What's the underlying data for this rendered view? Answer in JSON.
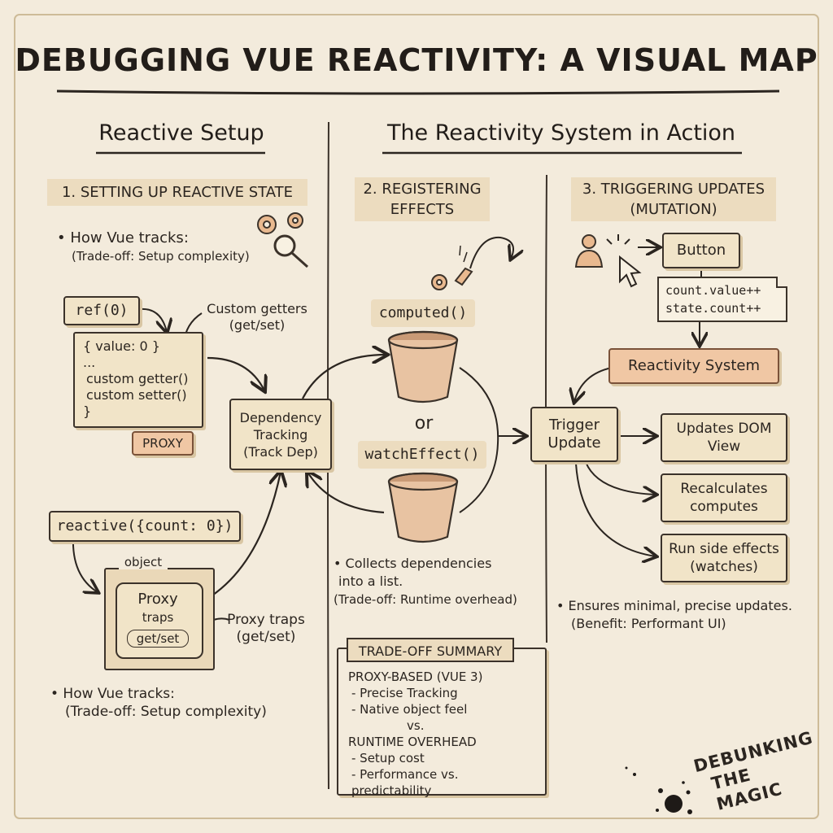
{
  "title": "DEBUGGING VUE REACTIVITY: A VISUAL MAP",
  "sections": {
    "left": "Reactive Setup",
    "right": "The Reactivity System in Action"
  },
  "steps": {
    "step1": "1. SETTING UP REACTIVE STATE",
    "step2_line1": "2. REGISTERING",
    "step2_line2": "EFFECTS",
    "step3_line1": "3. TRIGGERING UPDATES",
    "step3_line2": "(MUTATION)"
  },
  "left_column": {
    "note_top_line1": "• How Vue tracks:",
    "note_top_line2": "(Trade-off: Setup complexity)",
    "ref_code": "ref(0)",
    "custom_getters_line1": "Custom getters",
    "custom_getters_line2": "(get/set)",
    "value_box_line1": "{ value: 0 }",
    "value_box_line2": "...",
    "value_box_line3": "custom getter()",
    "value_box_line4": "custom setter()",
    "value_box_line5": "}",
    "proxy_tag": "PROXY",
    "reactive_code": "reactive({count: 0})",
    "object_label": "object",
    "proxy_label": "Proxy",
    "traps_label": "traps",
    "getset_label": "get/set",
    "proxy_traps_line1": "Proxy traps",
    "proxy_traps_line2": "(get/set)",
    "note_bottom_line1": "• How Vue tracks:",
    "note_bottom_line2": "(Trade-off: Setup complexity)"
  },
  "center_column": {
    "dependency_line1": "Dependency",
    "dependency_line2": "Tracking",
    "dependency_line3": "(Track Dep)",
    "computed": "computed()",
    "or": "or",
    "watch_effect": "watchEffect()",
    "note_line1": "• Collects dependencies",
    "note_line2": "into a list.",
    "note_line3": "(Trade-off: Runtime overhead)"
  },
  "right_column": {
    "button": "Button",
    "mutation_line1": "count.value++",
    "mutation_line2": "state.count++",
    "reactivity_system": "Reactivity System",
    "trigger_line1": "Trigger",
    "trigger_line2": "Update",
    "updates_dom_line1": "Updates DOM",
    "updates_dom_line2": "View",
    "recalc_line1": "Recalculates",
    "recalc_line2": "computes",
    "side_effects_line1": "Run side effects",
    "side_effects_line2": "(watches)",
    "note_line1": "• Ensures minimal, precise updates.",
    "note_line2": "(Benefit: Performant UI)"
  },
  "summary": {
    "heading": "TRADE-OFF SUMMARY",
    "line1": "PROXY-BASED (VUE 3)",
    "line2": "- Precise Tracking",
    "line3": "- Native object feel",
    "line4": "vs.",
    "line5": "RUNTIME OVERHEAD",
    "line6": "- Setup cost",
    "line7": "- Performance vs. predictability"
  },
  "stamp": {
    "line1": "DEBUNKING",
    "line2": "THE MAGIC"
  },
  "colors": {
    "paper": "#f3ebdc",
    "box": "#f1e4c8",
    "highlight": "#f0c7a4",
    "label_bg": "#ecdcbf",
    "ink": "#2b2520"
  },
  "icons": [
    "gears-icon",
    "magnifier-icon",
    "user-icon",
    "cursor-icon",
    "bucket-icon",
    "splat-icon"
  ]
}
